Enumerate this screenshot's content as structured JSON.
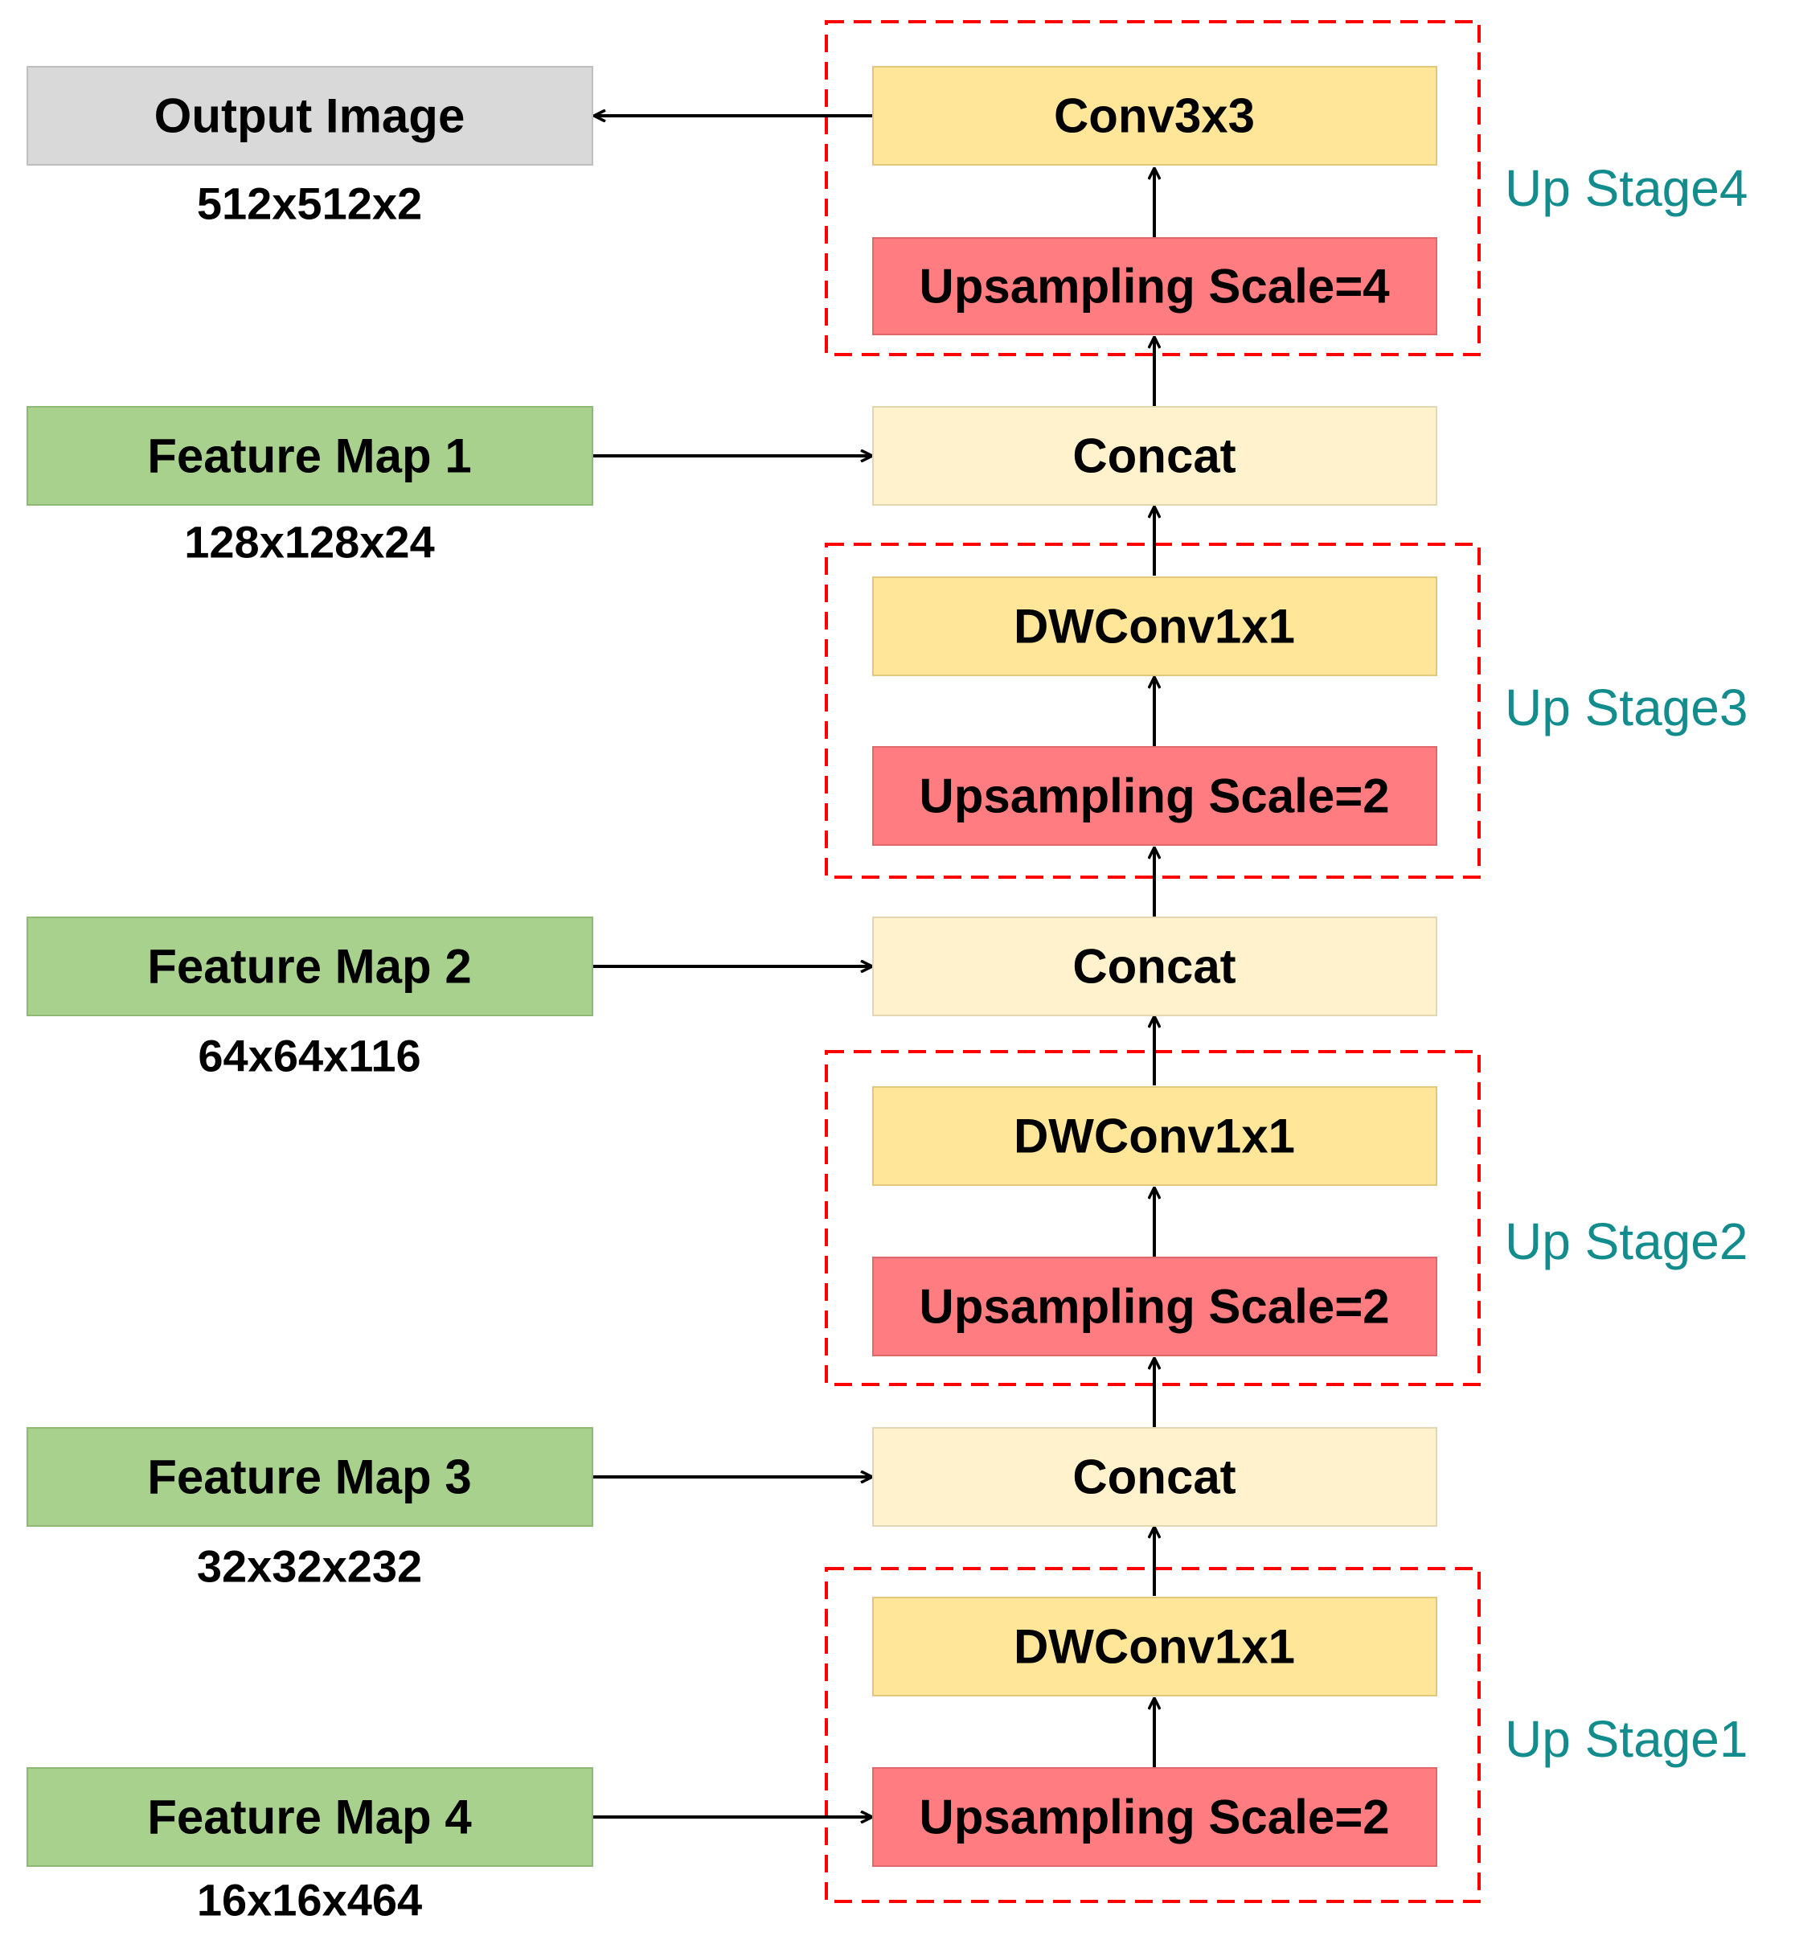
{
  "colors": {
    "output_fill": "#d9d9d9",
    "feature_fill": "#a9d18e",
    "conv_fill": "#ffe699",
    "concat_fill": "#fff2cc",
    "upsample_fill": "#ff7c80",
    "stage_frame": "#ff0000",
    "stage_text": "#128c8c"
  },
  "left_column": {
    "output_image": {
      "label": "Output Image",
      "dims": "512x512x2"
    },
    "feature_map_1": {
      "label": "Feature Map 1",
      "dims": "128x128x24"
    },
    "feature_map_2": {
      "label": "Feature Map 2",
      "dims": "64x64x116"
    },
    "feature_map_3": {
      "label": "Feature Map 3",
      "dims": "32x32x232"
    },
    "feature_map_4": {
      "label": "Feature Map 4",
      "dims": "16x16x464"
    }
  },
  "up_stage_4": {
    "title": "Up Stage4",
    "conv_label": "Conv3x3",
    "upsample_label": "Upsampling Scale=4"
  },
  "concat_1": {
    "label": "Concat"
  },
  "up_stage_3": {
    "title": "Up Stage3",
    "conv_label": "DWConv1x1",
    "upsample_label": "Upsampling Scale=2"
  },
  "concat_2": {
    "label": "Concat"
  },
  "up_stage_2": {
    "title": "Up Stage2",
    "conv_label": "DWConv1x1",
    "upsample_label": "Upsampling Scale=2"
  },
  "concat_3": {
    "label": "Concat"
  },
  "up_stage_1": {
    "title": "Up Stage1",
    "conv_label": "DWConv1x1",
    "upsample_label": "Upsampling Scale=2"
  }
}
